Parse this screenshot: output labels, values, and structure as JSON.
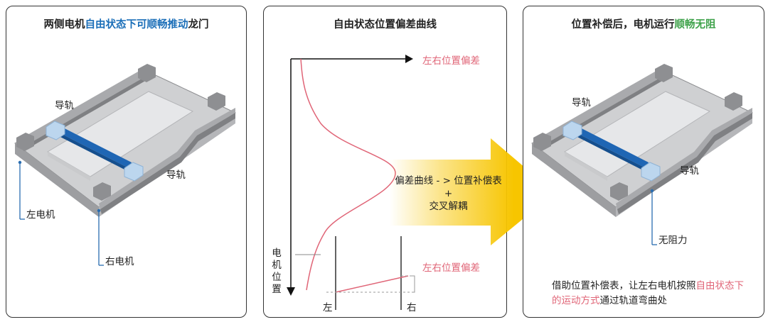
{
  "panel1": {
    "title_pre": "两侧电机",
    "title_highlight": "自由状态下可顺畅推动",
    "title_post": "龙门",
    "rail_top_label": "导轨",
    "rail_right_label": "导轨",
    "left_motor_label": "左电机",
    "right_motor_label": "右电机"
  },
  "panel2": {
    "title": "自由状态位置偏差曲线",
    "x_axis_label": "左右位置偏差",
    "y_axis_label": "电机位置",
    "bottom_label": "左右位置偏差",
    "left_label": "左",
    "right_label": "右"
  },
  "arrow": {
    "line1": "偏差曲线 - > 位置补偿表",
    "plus": "+",
    "line2": "交叉解耦"
  },
  "panel3": {
    "title_pre": "位置补偿后，电机运行",
    "title_highlight": "顺畅无阻",
    "rail_top_label": "导轨",
    "rail_right_label": "导轨",
    "no_resistance_label": "无阻力",
    "desc_pre": "借助位置补偿表，让左右电机按照",
    "desc_highlight": "自由状态下的运动方式",
    "desc_post": "通过轨道弯曲处"
  },
  "colors": {
    "accent_blue": "#1a6eb8",
    "accent_green": "#3ea24a",
    "accent_pink": "#e06577",
    "arrow_yellow": "#f7c500"
  }
}
